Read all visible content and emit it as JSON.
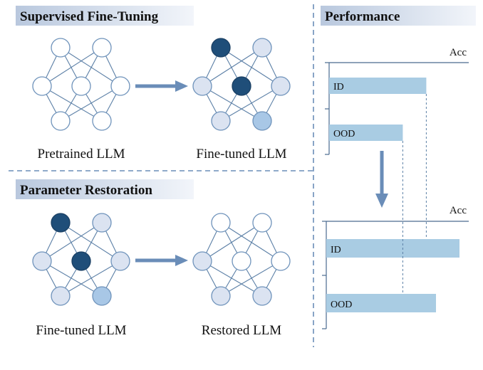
{
  "colors": {
    "dark_node": "#1f4e79",
    "light_node": "#dbe3f1",
    "mid_node": "#a8c7e6",
    "edge": "#5b7fa6",
    "arrow": "#6a8db8",
    "dash": "#6a8db8",
    "bar": "#a9cce3",
    "header_from": "#b9c8de",
    "header_to": "#f2f5fa"
  },
  "panels": {
    "sft": {
      "title": "Supervised Fine-Tuning",
      "left_label": "Pretrained LLM",
      "right_label": "Fine-tuned LLM"
    },
    "restoration": {
      "title": "Parameter Restoration",
      "left_label": "Fine-tuned LLM",
      "right_label": "Restored LLM"
    },
    "performance": {
      "title": "Performance",
      "before": {
        "axis_label": "Acc",
        "bars": [
          {
            "label": "ID",
            "value": 0.62
          },
          {
            "label": "OOD",
            "value": 0.47
          }
        ]
      },
      "after": {
        "axis_label": "Acc",
        "bars": [
          {
            "label": "ID",
            "value": 0.85
          },
          {
            "label": "OOD",
            "value": 0.7
          }
        ]
      }
    }
  },
  "networks": {
    "pretrained": [
      "white",
      "white",
      "white",
      "white",
      "white",
      "white",
      "white"
    ],
    "finetuned": [
      "dark",
      "light",
      "light",
      "dark",
      "light",
      "light",
      "mid"
    ],
    "finetuned_b": [
      "dark",
      "light",
      "light",
      "dark",
      "light",
      "light",
      "mid"
    ],
    "restored": [
      "white",
      "white",
      "light",
      "white",
      "white",
      "light",
      "light"
    ]
  }
}
